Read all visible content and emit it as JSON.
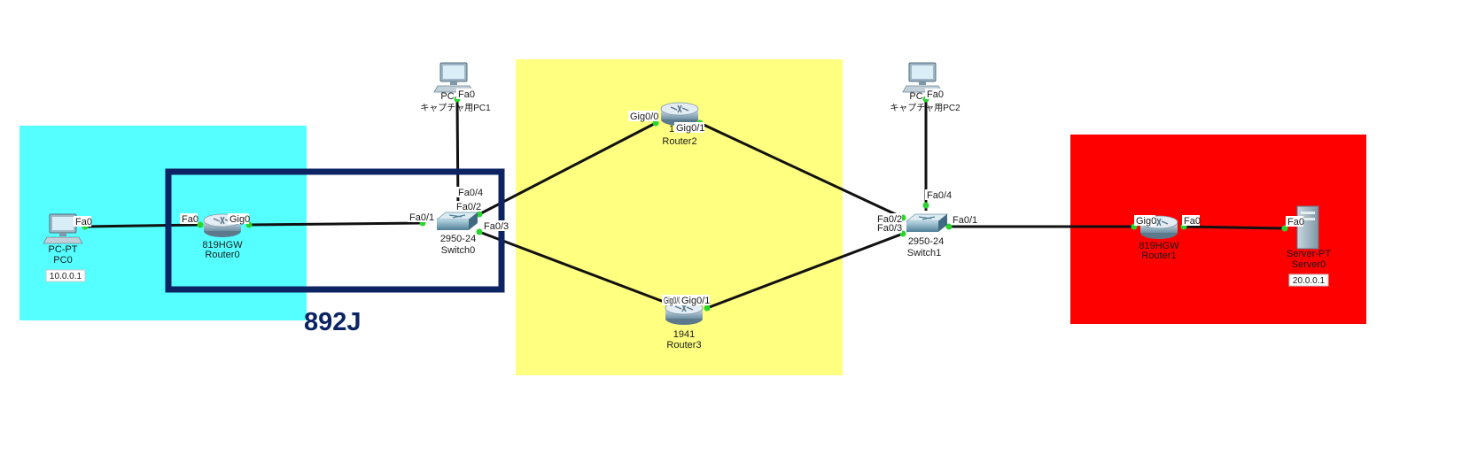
{
  "colors": {
    "lan_left": "#55ffff",
    "core": "#ffff80",
    "lan_right": "#ff0000",
    "highlight_frame": "#0c2463",
    "link": "#111111",
    "port_dot": "#29d62c"
  },
  "highlight": {
    "label": "892J"
  },
  "devices": {
    "pc0": {
      "type": "PC-PT",
      "name": "PC0",
      "ip": "10.0.0.1",
      "icon": "pc-icon"
    },
    "router0": {
      "model": "819HGW",
      "name": "Router0",
      "icon": "router-icon"
    },
    "switch0": {
      "model": "2950-24",
      "name": "Switch0",
      "icon": "switch-icon"
    },
    "pc1": {
      "type": "PC",
      "name": "キャプチャ用PC1",
      "icon": "pc-icon"
    },
    "router2": {
      "model": "1",
      "name": "Router2",
      "icon": "router-icon"
    },
    "router3": {
      "model": "1941",
      "name": "Router3",
      "icon": "router-icon"
    },
    "pc2": {
      "type": "PC",
      "name": "キャプチャ用PC2",
      "icon": "pc-icon"
    },
    "switch1": {
      "model": "2950-24",
      "name": "Switch1",
      "icon": "switch-icon"
    },
    "router1": {
      "model": "819HGW",
      "name": "Router1",
      "icon": "router-icon"
    },
    "server0": {
      "type": "Server-PT",
      "name": "Server0",
      "ip": "20.0.0.1",
      "icon": "server-icon"
    }
  },
  "ports": {
    "pc0_fa0": "Fa0",
    "r0_fa0": "Fa0",
    "r0_gig0": "Gig0",
    "sw0_fa01": "Fa0/1",
    "sw0_fa02": "Fa0/2",
    "sw0_fa03": "Fa0/3",
    "sw0_fa04": "Fa0/4",
    "pc1_fa0": "Fa0",
    "r2_gig00": "Gig0/0",
    "r2_gig01": "Gig0/1",
    "r3_gig00": "Gig0/0",
    "r3_gig01": "Gig0/1",
    "pc2_fa0": "Fa0",
    "sw1_fa04": "Fa0/4",
    "sw1_fa02": "Fa0/2",
    "sw1_fa03": "Fa0/3",
    "sw1_fa01": "Fa0/1",
    "r1_gig0": "Gig0",
    "r1_fa0": "Fa0",
    "srv_fa0": "Fa0"
  }
}
